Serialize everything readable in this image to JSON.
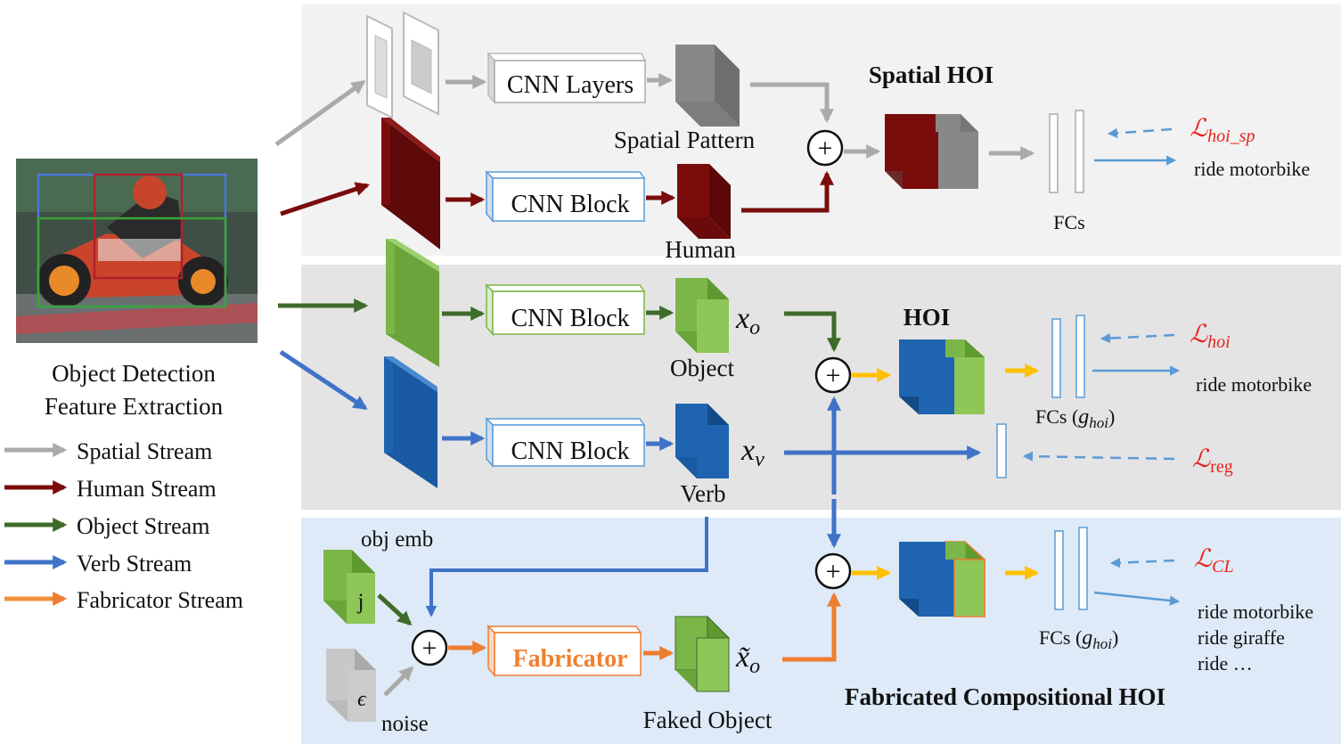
{
  "left": {
    "caption_line1": "Object Detection",
    "caption_line2": "Feature Extraction",
    "legend": [
      {
        "label": "Spatial Stream",
        "color": "#aaaaaa"
      },
      {
        "label": "Human Stream",
        "color": "#7b0c0c"
      },
      {
        "label": "Object Stream",
        "color": "#3f6b2a"
      },
      {
        "label": "Verb Stream",
        "color": "#3f73c8"
      },
      {
        "label": "Fabricator Stream",
        "color": "#f0903a"
      }
    ]
  },
  "spatial": {
    "cnn_layers": "CNN Layers",
    "spatial_pattern": "Spatial Pattern",
    "title": "Spatial HOI",
    "cnn_block": "CNN Block",
    "human": "Human",
    "fcs": "FCs",
    "loss_base": "ℒ",
    "loss_sub": "hoi_sp",
    "output": "ride motorbike"
  },
  "hoi": {
    "cnn_block_obj": "CNN Block",
    "x_o": "x",
    "x_o_sub": "o",
    "object": "Object",
    "title": "HOI",
    "cnn_block_verb": "CNN Block",
    "x_v": "x",
    "x_v_sub": "v",
    "verb": "Verb",
    "fcs_label": "FCs (",
    "g": "g",
    "g_sub": "hoi",
    "paren_close": ")",
    "loss_hoi_base": "ℒ",
    "loss_hoi_sub": "hoi",
    "loss_reg_base": "ℒ",
    "loss_reg_sub": "reg",
    "output": "ride motorbike"
  },
  "fab": {
    "obj_emb": "obj emb",
    "j": "j",
    "epsilon": "ϵ",
    "noise": "noise",
    "fabricator": "Fabricator",
    "x_tilde": "x̃",
    "x_tilde_sub": "o",
    "faked_object": "Faked Object",
    "title": "Fabricated Compositional HOI",
    "fcs_label": "FCs (",
    "g": "g",
    "g_sub": "hoi",
    "paren_close": ")",
    "loss_base": "ℒ",
    "loss_sub": "CL",
    "outputs": [
      "ride motorbike",
      "ride giraffe",
      "ride …"
    ]
  },
  "colors": {
    "spatial_bg": "#f2f2f2",
    "hoi_bg": "#e4e4e4",
    "fab_bg": "#deeaf7",
    "human": "#7b0c0c",
    "object": "#7ab648",
    "verb": "#1f64b0",
    "fabricator": "#ee7d31",
    "arrow_gray": "#aaaaaa",
    "arrow_yellow": "#ffc000",
    "arrow_blue": "#3f73c8",
    "arrow_green": "#3f6b2a",
    "light_blue": "#5b9bd5",
    "loss_red": "#e8231d"
  }
}
